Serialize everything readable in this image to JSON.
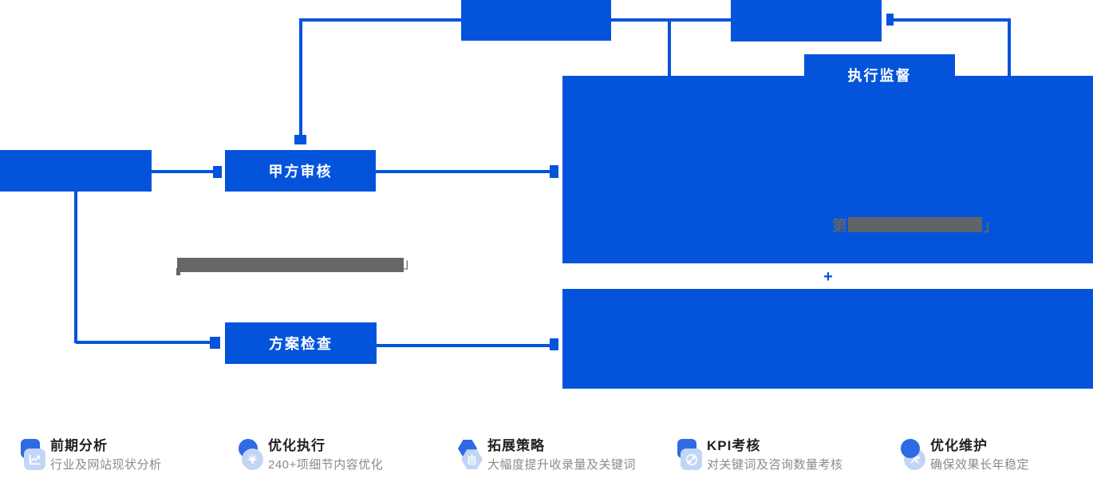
{
  "colors": {
    "primary": "#0454db",
    "icon_back": "#2e6ae3",
    "icon_front": "#c2d5f7",
    "title_text": "#212121",
    "subtitle_text": "#8b8b8b",
    "redact_gray": "#666666"
  },
  "flow": {
    "left_box_label": "",
    "top_box_a_label": "",
    "top_box_b_label": "",
    "party_a_review_label": "甲方审核",
    "plan_check_label": "方案检查",
    "execution_supervision_label": "执行监督",
    "plus_sign": "+",
    "redacted_note": {
      "prefix": "",
      "suffix": "」"
    },
    "redacted_note_on_blue": {
      "prefix": "第",
      "suffix": "」"
    }
  },
  "features": [
    {
      "title": "前期分析",
      "subtitle": "行业及网站现状分析",
      "icon": "trend-chart-icon"
    },
    {
      "title": "优化执行",
      "subtitle": "240+项细节内容优化",
      "icon": "lightbulb-icon"
    },
    {
      "title": "拓展策略",
      "subtitle": "大幅度提升收录量及关键词",
      "icon": "building-icon"
    },
    {
      "title": "KPI考核",
      "subtitle": "对关键词及咨询数量考核",
      "icon": "gavel-badge-icon"
    },
    {
      "title": "优化维护",
      "subtitle": "确保效果长年稳定",
      "icon": "wrench-tools-icon"
    }
  ]
}
